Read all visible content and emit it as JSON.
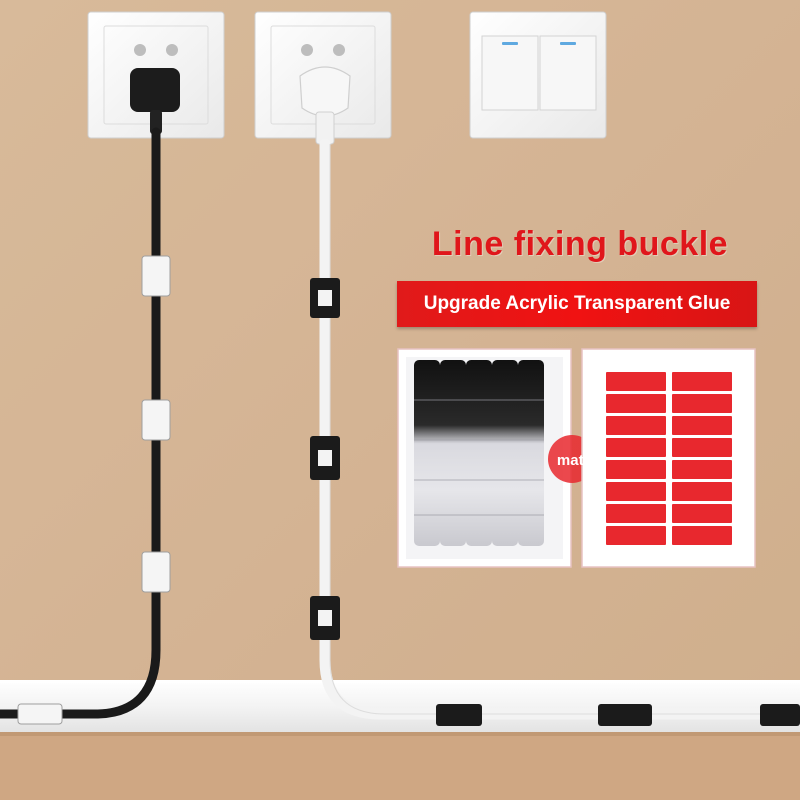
{
  "headline": "Line fixing buckle",
  "banner": "Upgrade Acrylic Transparent Glue",
  "match_label": "match",
  "colors": {
    "headline": "#e0161b",
    "banner_bg": "#e81616",
    "adhesive_pads": "#e8282e",
    "wall": "#d8b99a"
  }
}
